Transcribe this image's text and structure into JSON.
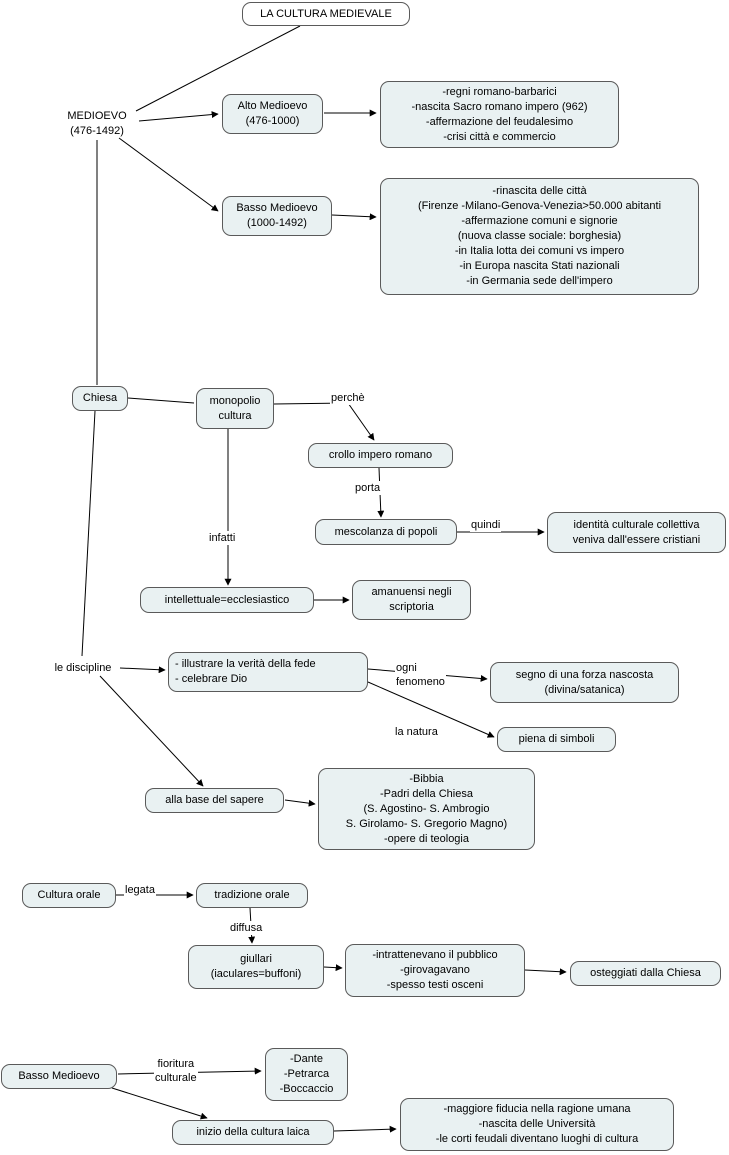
{
  "nodes": {
    "titolo": "LA CULTURA MEDIEVALE",
    "medioevo": "MEDIOEVO\n(476-1492)",
    "alto_medioevo": "Alto Medioevo\n(476-1000)",
    "alto_dettagli": "-regni romano-barbarici\n-nascita Sacro romano impero (962)\n-affermazione del feudalesimo\n-crisi città e commercio",
    "basso_medioevo": "Basso Medioevo\n(1000-1492)",
    "basso_dettagli": "-rinascita delle città\n(Firenze -Milano-Genova-Venezia>50.000 abitanti\n-affermazione comuni e signorie\n(nuova classe sociale: borghesia)\n-in Italia lotta dei comuni vs impero\n-in Europa nascita Stati nazionali\n-in Germania sede dell'impero",
    "chiesa": "Chiesa",
    "monopolio_cultura": "monopolio\ncultura",
    "crollo_impero": "crollo impero romano",
    "mescolanza_popoli": "mescolanza di popoli",
    "identita_culturale": "identità culturale collettiva\nveniva dall'essere cristiani",
    "intellettuale": "intellettuale=ecclesiastico",
    "amanuensi": "amanuensi negli\nscriptoria",
    "le_discipline": "le discipline",
    "illustrare": "- illustrare la verità della fede\n- celebrare Dio",
    "segno_forza": "segno di una forza nascosta\n(divina/satanica)",
    "piena_simboli": "piena di simboli",
    "base_sapere": "alla base del sapere",
    "bibbia": "-Bibbia\n-Padri della Chiesa\n(S. Agostino- S. Ambrogio\nS. Girolamo- S. Gregorio Magno)\n-opere di teologia",
    "cultura_orale": "Cultura orale",
    "tradizione_orale": "tradizione orale",
    "giullari": "giullari\n(iaculares=buffoni)",
    "intrattenevano": "-intrattenevano il pubblico\n-girovagavano\n-spesso testi osceni",
    "osteggiati": "osteggiati dalla Chiesa",
    "basso_medioevo_2": "Basso Medioevo",
    "dante": "-Dante\n-Petrarca\n-Boccaccio",
    "inizio_laica": "inizio della cultura laica",
    "maggiore_fiducia": "-maggiore fiducia nella ragione umana\n-nascita delle Università\n-le corti feudali diventano luoghi di cultura"
  },
  "edge_labels": {
    "perche": "perchè",
    "porta": "porta",
    "quindi": "quindi",
    "infatti": "infatti",
    "ogni_fenomeno": "ogni\nfenomeno",
    "la_natura": "la natura",
    "legata": "legata",
    "diffusa": "diffusa",
    "fioritura": "fioritura\nculturale"
  },
  "colors": {
    "node_fill": "#e9f1f2",
    "node_border": "#5a5a5a",
    "line": "#000000",
    "background": "#ffffff"
  }
}
